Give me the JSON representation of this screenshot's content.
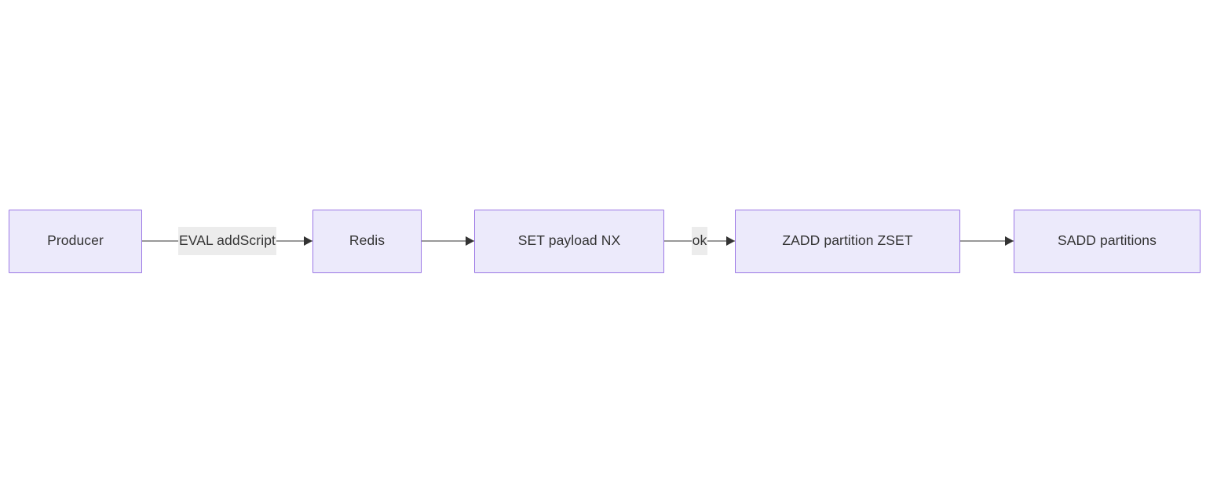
{
  "diagram": {
    "type": "flowchart",
    "direction": "left-to-right",
    "background_color": "#ffffff",
    "node_fill_color": "#ECEAFB",
    "node_border_color": "#9B77E5",
    "edge_color": "#333333",
    "edge_label_background": "#ECECEC",
    "text_color": "#333333",
    "nodes": [
      {
        "id": "producer",
        "label": "Producer"
      },
      {
        "id": "redis",
        "label": "Redis"
      },
      {
        "id": "set_payload",
        "label": "SET payload NX"
      },
      {
        "id": "zadd_partition",
        "label": "ZADD partition ZSET"
      },
      {
        "id": "sadd_partitions",
        "label": "SADD partitions"
      }
    ],
    "edges": [
      {
        "from": "producer",
        "to": "redis",
        "label": "EVAL addScript"
      },
      {
        "from": "redis",
        "to": "set_payload",
        "label": ""
      },
      {
        "from": "set_payload",
        "to": "zadd_partition",
        "label": "ok"
      },
      {
        "from": "zadd_partition",
        "to": "sadd_partitions",
        "label": ""
      }
    ]
  }
}
